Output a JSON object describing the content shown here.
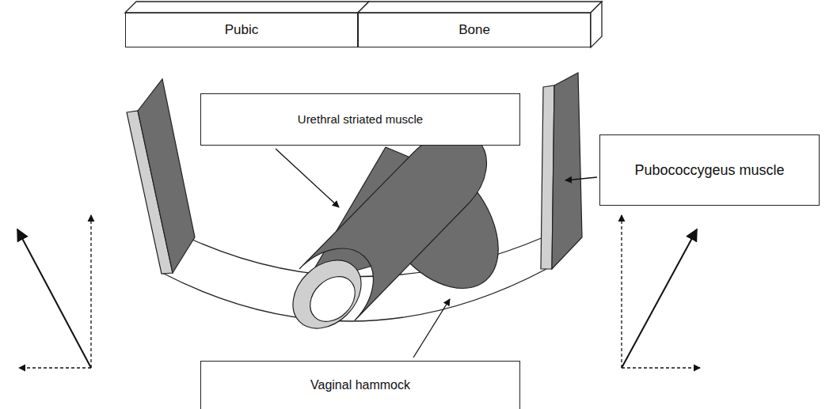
{
  "diagram": {
    "nodes": [
      {
        "text": [
          "Pubic"
        ]
      },
      {
        "text": [
          "Bone"
        ]
      },
      {
        "text": [
          "Urethral striated muscle"
        ]
      },
      {
        "text": [
          "Pubococcygeus muscle"
        ]
      },
      {
        "text": [
          "Vaginal hammock"
        ]
      }
    ]
  }
}
